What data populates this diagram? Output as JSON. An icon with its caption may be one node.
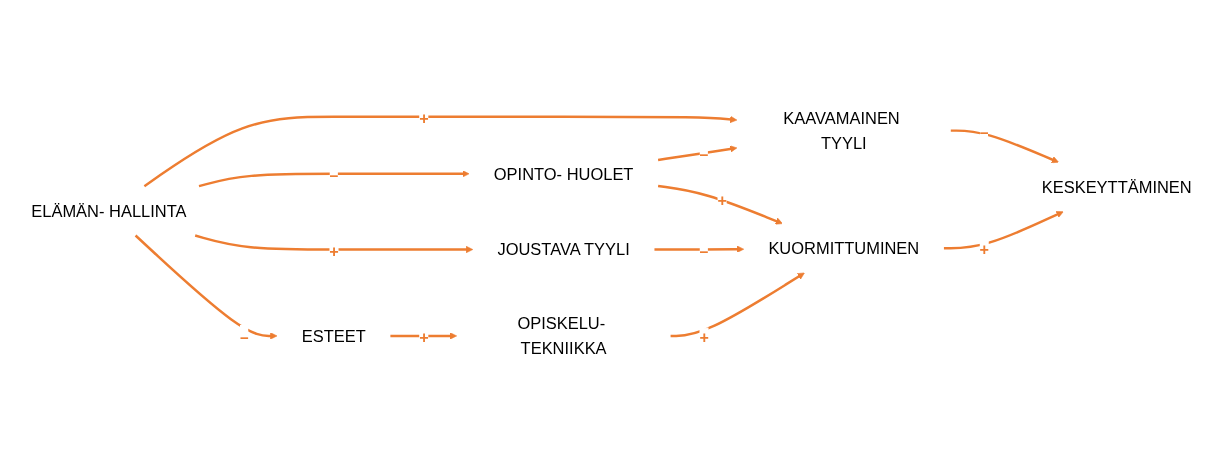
{
  "diagram": {
    "nodes": [
      {
        "text": [
          "ELÄMÄN- HALLINTA"
        ]
      },
      {
        "text": [
          "ESTEET"
        ]
      },
      {
        "text": [
          "OPINTO- HUOLET"
        ]
      },
      {
        "text": [
          "JOUSTAVA TYYLI"
        ]
      },
      {
        "text": [
          "KAAVAMAINEN TYYLI"
        ]
      },
      {
        "text": [
          "OPISKELU- TEKNIIKKA"
        ]
      },
      {
        "text": [
          "KUORMITTUMINEN"
        ]
      },
      {
        "text": [
          "KESKEYTTÄMINEN"
        ]
      }
    ],
    "edges": [
      {
        "from": 0,
        "to": 1,
        "arrow": "to",
        "label": "–"
      },
      {
        "from": 0,
        "to": 2,
        "arrow": "to",
        "label": "–"
      },
      {
        "from": 0,
        "to": 3,
        "arrow": "to",
        "label": "+"
      },
      {
        "from": 0,
        "to": 4,
        "arrow": "to",
        "label": "+"
      },
      {
        "from": 1,
        "to": 5,
        "arrow": "to",
        "label": "+"
      },
      {
        "from": 2,
        "to": 6,
        "arrow": "to",
        "label": "+"
      },
      {
        "from": 2,
        "to": 4,
        "arrow": "to",
        "label": "–"
      },
      {
        "from": 3,
        "to": 6,
        "arrow": "to",
        "label": "–"
      },
      {
        "from": 4,
        "to": 7,
        "arrow": "to",
        "label": "–"
      },
      {
        "from": 5,
        "to": 6,
        "arrow": "to",
        "label": "+"
      },
      {
        "from": 6,
        "to": 7,
        "arrow": "to",
        "label": "+"
      }
    ]
  }
}
